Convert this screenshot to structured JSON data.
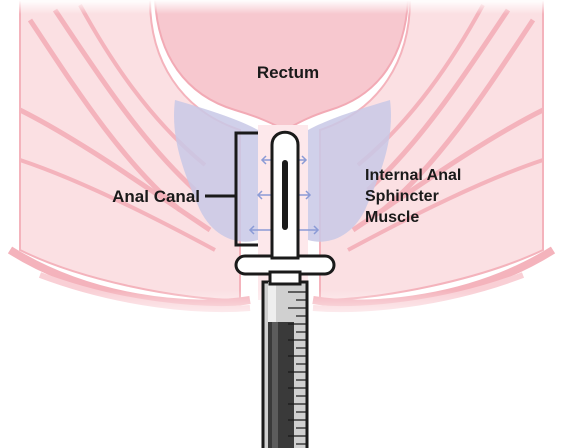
{
  "labels": {
    "rectum": "Rectum",
    "anal_canal": "Anal Canal",
    "internal_sphincter": [
      "Internal Anal",
      "Sphincter",
      "Muscle"
    ]
  },
  "colors": {
    "tissue_fill": "#fbe0e3",
    "tissue_line": "#f4b3bc",
    "rectum_fill": "#f7c8cf",
    "muscle_fill": "#c8c8e6",
    "arrow": "#8b9bd6",
    "outline": "#1a1a1a"
  }
}
